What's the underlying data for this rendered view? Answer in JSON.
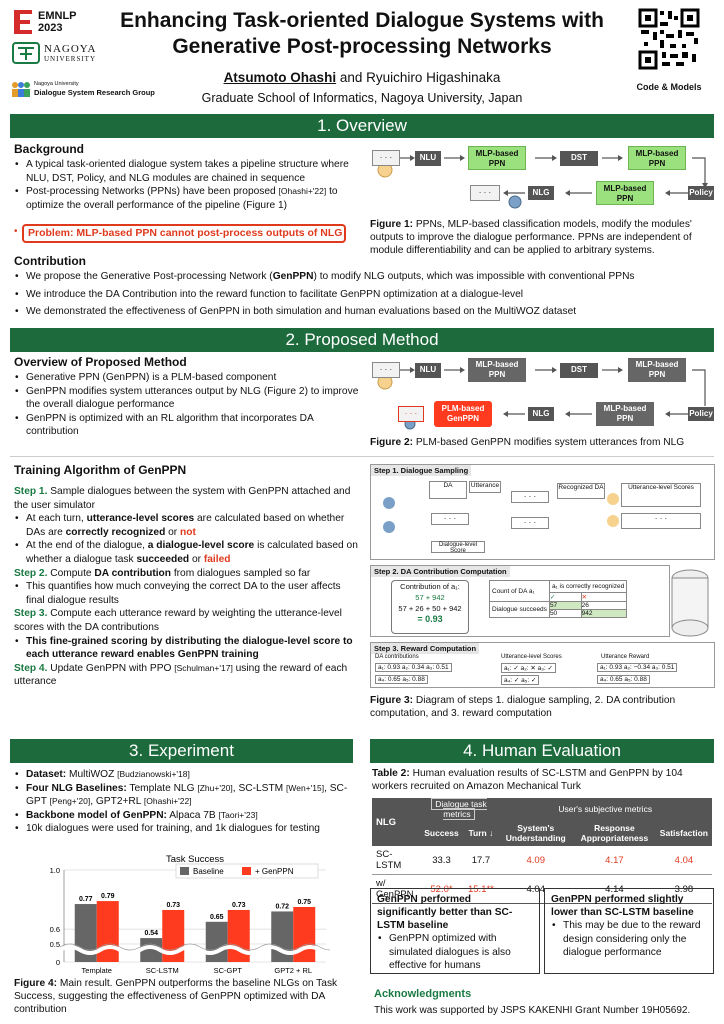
{
  "header": {
    "conf_line1": "EMNLP",
    "conf_line2": "2023",
    "uni_name": "NAGOYA",
    "uni_sub": "UNIVERSITY",
    "group_line1": "Nagoya University",
    "group_line2": "Dialogue System Research Group",
    "title_line1": "Enhancing Task-oriented Dialogue Systems with",
    "title_line2": "Generative Post-processing Networks",
    "author1": "Atsumoto Ohashi",
    "author_and": " and Ryuichiro Higashinaka",
    "affiliation": "Graduate School of Informatics, Nagoya University, Japan",
    "qr_caption": "Code & Models"
  },
  "s1": {
    "title": "1. Overview",
    "background_h": "Background",
    "bg1": "A typical task-oriented dialogue system takes a pipeline structure where NLU, DST, Policy, and NLG modules are chained in sequence",
    "bg2a": "Post-processing Networks (PPNs) have been proposed ",
    "bg2cite": "[Ohashi+'22]",
    "bg2b": " to optimize the overall performance of the pipeline (Figure 1)",
    "problem": "Problem: MLP-based PPN cannot post-process outputs of NLG",
    "fig1_label": "Figure 1:",
    "fig1_text": " PPNs, MLP-based classification models, modify the modules' outputs to improve the dialogue performance. PPNs are independent of module differentiability and can be applied to arbitrary systems.",
    "contribution_h": "Contribution",
    "c1a": "We propose the Generative Post-processing Network (",
    "c1b": "GenPPN",
    "c1c": ") to modify NLG outputs, which was impossible with conventional PPNs",
    "c2": "We introduce the DA Contribution into the reward function to facilitate GenPPN optimization at a dialogue-level",
    "c3": "We demonstrated the effectiveness of GenPPN in both simulation and human evaluations based on the MultiWOZ dataset"
  },
  "diagram": {
    "nlu": "NLU",
    "dst": "DST",
    "policy": "Policy",
    "nlg": "NLG",
    "mlp": "MLP-based PPN",
    "plm": "PLM-based GenPPN",
    "dots": "· · ·"
  },
  "s2": {
    "title": "2. Proposed Method",
    "overview_h": "Overview of Proposed Method",
    "o1": "Generative PPN (GenPPN) is a PLM-based component",
    "o2": "GenPPN modifies system utterances output by NLG (Figure 2) to improve the overall dialogue performance",
    "o3": "GenPPN is optimized with an RL algorithm that incorporates DA contribution",
    "fig2_label": "Figure 2:",
    "fig2_text": " PLM-based GenPPN modifies system utterances from NLG",
    "training_h": "Training Algorithm of GenPPN",
    "step1": "Step 1.",
    "step1_text": " Sample dialogues between the system with GenPPN attached and the user simulator",
    "s1b1a": "At each turn, ",
    "s1b1b": "utterance-level scores",
    "s1b1c": " are calculated based on whether DAs are ",
    "s1b1d": "correctly recognized",
    "s1b1e": " or ",
    "s1b1f": "not",
    "s1b2a": "At the end of the dialogue, ",
    "s1b2b": "a dialogue-level score",
    "s1b2c": " is calculated based on whether a dialogue task ",
    "s1b2d": "succeeded",
    "s1b2e": " or ",
    "s1b2f": "failed",
    "step2": "Step 2.",
    "step2_text_a": " Compute ",
    "step2_text_b": "DA contribution",
    "step2_text_c": " from dialogues sampled so far",
    "s2b1": "This quantifies how much conveying the correct DA to the user affects final dialogue results",
    "step3": "Step 3.",
    "step3_text": " Compute each utterance reward by weighting the utterance-level scores with the DA contributions",
    "s3b1": "This fine-grained scoring by distributing the dialogue-level score to each utterance reward enables GenPPN training",
    "step4": "Step 4.",
    "step4_text_a": " Update GenPPN with PPO ",
    "step4_cite": "[Schulman+'17]",
    "step4_text_b": " using the reward of each utterance",
    "fig3_label": "Figure 3:",
    "fig3_text": " Diagram of steps 1. dialogue sampling, 2. DA contribution computation, and 3. reward computation"
  },
  "fig3": {
    "h1": "Step 1. Dialogue Sampling",
    "h2": "Step 2. DA Contribution Computation",
    "h3": "Step 3. Reward Computation",
    "da": "DA",
    "utterance": "Utterance",
    "recognized": "Recognized DA",
    "uls": "Utterance-level Scores",
    "dls": "Dialogue-level Score",
    "contrib_title": "Contribution of a₁:",
    "frac_top": "57 + 942",
    "frac_bot": "57 + 26 + 50 + 942",
    "result": "= 0.93",
    "count": "Count of DA a₁",
    "correct": "a₁ is correctly recognized",
    "succeeds": "Dialogue succeeds",
    "n57": "57",
    "n26": "26",
    "n50": "50",
    "n942": "942",
    "da_contrib": "DA contributions",
    "uls2": "Utterance-level Scores",
    "ur": "Utterance Reward",
    "r1a": "a₁: 0.93  a₂: 0.34  a₃: 0.51",
    "r1b": "a₁: ✓  a₂: ✕  a₃: ✓",
    "r1c": "a₁: 0.93  a₂: −0.34  a₃: 0.51",
    "r2a": "a₄: 0.65  a₅: 0.88",
    "r2b": "a₄: ✓  a₅: ✓",
    "r2c": "a₄: 0.65  a₅: 0.88"
  },
  "s3": {
    "title": "3. Experiment",
    "d_label": "Dataset:",
    "d_text": " MultiWOZ ",
    "d_cite": "[Budzianowski+'18]",
    "n_label": "Four NLG Baselines:",
    "n_text": " Template NLG ",
    "n_cite1": "[Zhu+'20]",
    "n_text2": ", SC-LSTM ",
    "n_cite2": "[Wen+'15]",
    "n_text3": ", SC-GPT ",
    "n_cite3": "[Peng+'20]",
    "n_text4": ", GPT2+RL ",
    "n_cite4": "[Ohashi+'22]",
    "b_label": "Backbone model of GenPPN:",
    "b_text": " Alpaca 7B ",
    "b_cite": "[Taori+'23]",
    "t_text": "10k dialogues were used for training, and 1k dialogues for testing",
    "fig4_label": "Figure 4:",
    "fig4_text": " Main result. GenPPN outperforms the baseline NLGs on Task Success, suggesting the effectiveness of GenPPN optimized with DA contribution"
  },
  "chart_data": {
    "type": "bar",
    "title": "Task Success",
    "categories": [
      "Template",
      "SC-LSTM",
      "SC-GPT",
      "GPT2 + RL"
    ],
    "series": [
      {
        "name": "Baseline",
        "values": [
          0.77,
          0.54,
          0.65,
          0.72
        ],
        "color": "#666666"
      },
      {
        "name": "+ GenPPN",
        "values": [
          0.79,
          0.73,
          0.73,
          0.75
        ],
        "color": "#ff3b1f"
      }
    ],
    "ylim": [
      0,
      1.0
    ],
    "yticks": [
      "0",
      "0.5",
      "0.6",
      "1.0"
    ],
    "axis_break": true,
    "legend": "top-right",
    "grid": true
  },
  "s4": {
    "title": "4. Human Evaluation",
    "tab2_label": "Table 2:",
    "tab2_text": " Human evaluation results of SC-LSTM and GenPPN by 104 workers recruited on Amazon Mechanical Turk",
    "th_nlg": "NLG",
    "th_dtm": "Dialogue task metrics",
    "th_usm": "User's subjective metrics",
    "th_success": "Success",
    "th_turn": "Turn ↓",
    "th_under": "System's Understanding",
    "th_resp": "Response Appropriateness",
    "th_sat": "Satisfaction",
    "rows": [
      {
        "name": "SC-LSTM",
        "success": "33.3",
        "turn": "17.7",
        "under": "4.09",
        "resp": "4.17",
        "sat": "4.04"
      },
      {
        "name": "w/ GenPPN",
        "success": "52.0*",
        "turn": "15.1**",
        "under": "4.04",
        "resp": "4.14",
        "sat": "3.98"
      }
    ],
    "box1_h": "GenPPN performed significantly better than SC-LSTM baseline",
    "box1_t": "GenPPN optimized with simulated dialogues is also effective for humans",
    "box2_h": "GenPPN performed slightly lower than SC-LSTM baseline",
    "box2_t": "This may be due to the reward design considering only the dialogue performance",
    "ack_h": "Acknowledgments",
    "ack_t": "This work was supported by JSPS KAKENHI Grant Number 19H05692."
  }
}
